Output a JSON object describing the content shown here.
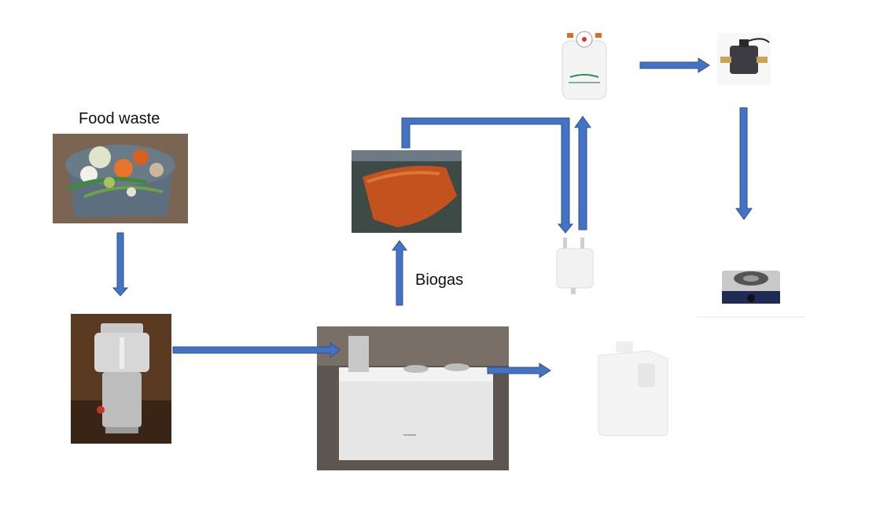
{
  "labels": {
    "food_waste": "Food waste",
    "biogas": "Biogas"
  },
  "colors": {
    "arrow": "#4472C4",
    "arrow_stroke": "#2F528F"
  },
  "nodes": {
    "food_waste": "food-waste-bin",
    "grinder": "food-grinder",
    "digester": "biogas-digester-tank",
    "gas_bag": "biogas-storage-bag",
    "filter": "gas-filter-box",
    "pressure_regulator": "gas-pressure-regulator",
    "pump": "gas-booster-pump",
    "stove": "gas-stove",
    "jerrycan": "digestate-jerrycan"
  }
}
